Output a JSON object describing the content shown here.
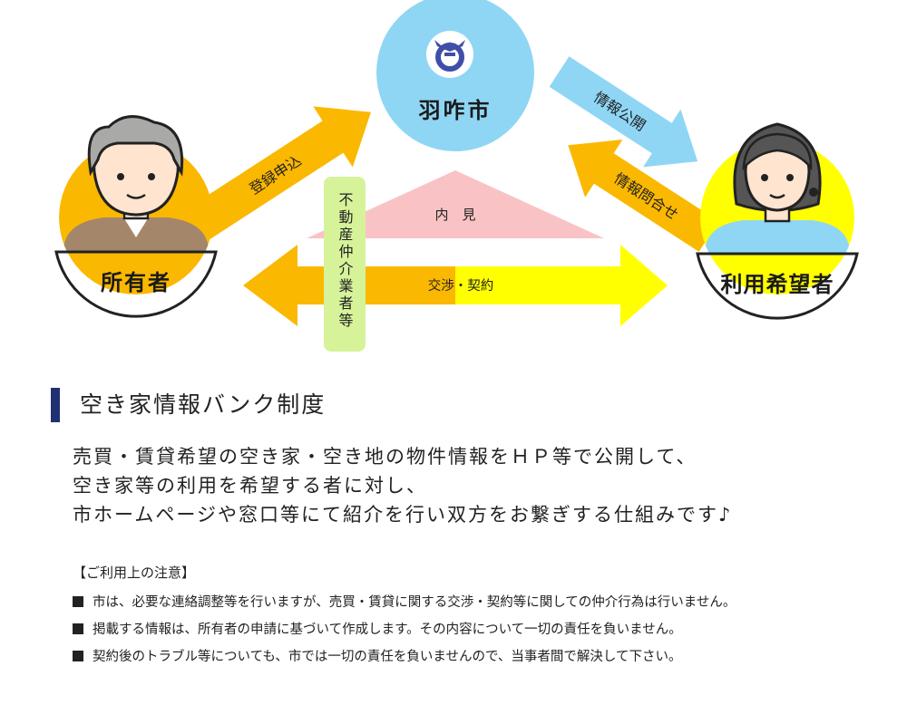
{
  "diagram": {
    "city_label": "羽咋市",
    "owner_label": "所有者",
    "user_label": "利用希望者",
    "arrow_register": "登録申込",
    "arrow_publish": "情報公開",
    "arrow_inquiry": "情報問合せ",
    "preview_label": "内　見",
    "negotiation_label": "交渉・契約",
    "realtor_label": "不動産仲介業者等",
    "colors": {
      "city_circle": "#8fd6f5",
      "blue_arrow": "#8fd6f5",
      "orange": "#fbb800",
      "yellow": "#ffff00",
      "pink": "#f9c3c5",
      "green_box": "#d6f39a",
      "logo_blue": "#3f4fa8"
    },
    "icons": [
      "city-emblem-icon",
      "elderly-man-icon",
      "woman-icon"
    ]
  },
  "section": {
    "title": "空き家情報バンク制度",
    "intro_lines": [
      "売買・賃貸希望の空き家・空き地の物件情報をＨＰ等で公開して、",
      "空き家等の利用を希望する者に対し、",
      "市ホームページや窓口等にて紹介を行い双方をお繋ぎする仕組みです♪"
    ]
  },
  "notes": {
    "heading": "【ご利用上の注意】",
    "items": [
      "市は、必要な連絡調整等を行いますが、売買・賃貸に関する交渉・契約等に関しての仲介行為は行いません。",
      "掲載する情報は、所有者の申請に基づいて作成します。その内容について一切の責任を負いません。",
      "契約後のトラブル等についても、市では一切の責任を負いませんので、当事者間で解決して下さい。"
    ]
  }
}
